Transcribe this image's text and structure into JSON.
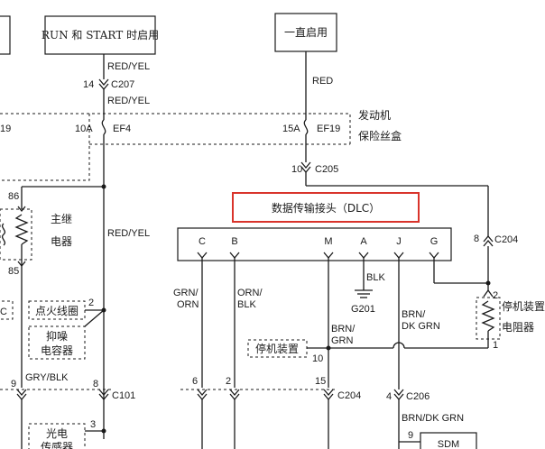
{
  "power": {
    "run_start_box": "RUN 和 START 时启用",
    "always_on_box": "一直启用"
  },
  "left_circuit": {
    "wire_top_1": "RED/YEL",
    "conn_c207": "14",
    "conn_c207_name": "C207",
    "wire_top_2": "RED/YEL",
    "fuse_rating": "10A",
    "fuse_name": "EF4",
    "left_edge_num": "19",
    "relay_pin_top": "86",
    "relay_pin_bottom": "85",
    "relay_label": "主继\n电器",
    "wire_mid": "RED/YEL",
    "left_edge_c": "C",
    "ignition_coil": "点火线圈",
    "ignition_pin": "2",
    "suppressor": "抑噪\n电容器",
    "wire_gry": "GRY/BLK",
    "pin_9": "9",
    "pin_8": "8",
    "conn_c101": "C101",
    "photo_sensor": "光电\n传感器",
    "photo_pin": "3"
  },
  "right_circuit": {
    "wire_red": "RED",
    "fuse_rating": "15A",
    "fuse_name": "EF19",
    "fuse_box_label": "发动机\n保险丝盒",
    "conn_c205_pin": "10",
    "conn_c205": "C205",
    "dlc_title": "数据传输接头（DLC）",
    "dlc_pins": [
      "C",
      "B",
      "M",
      "A",
      "J",
      "G"
    ],
    "pin_c204_8": "8",
    "conn_c204_right": "C204",
    "wire_grn_orn": "GRN/\nORN",
    "wire_orn_blk": "ORN/\nBLK",
    "wire_blk": "BLK",
    "ground": "G201",
    "wire_brn_grn": "BRN/\nGRN",
    "wire_brn_dkgrn": "BRN/\nDK GRN",
    "stop_device": "停机装置",
    "stop_pin": "10",
    "resistor_pin_top": "2",
    "resistor_pin_bottom": "1",
    "resistor_label": "停机装置\n电阻器",
    "pin_6": "6",
    "pin_2": "2",
    "pin_15": "15",
    "conn_c204_bottom": "C204",
    "pin_4": "4",
    "conn_c206": "C206",
    "wire_brn_dkgrn_2": "BRN/DK GRN",
    "sdm_pin": "9",
    "sdm": "SDM"
  },
  "highlight_color": "#d9342b"
}
